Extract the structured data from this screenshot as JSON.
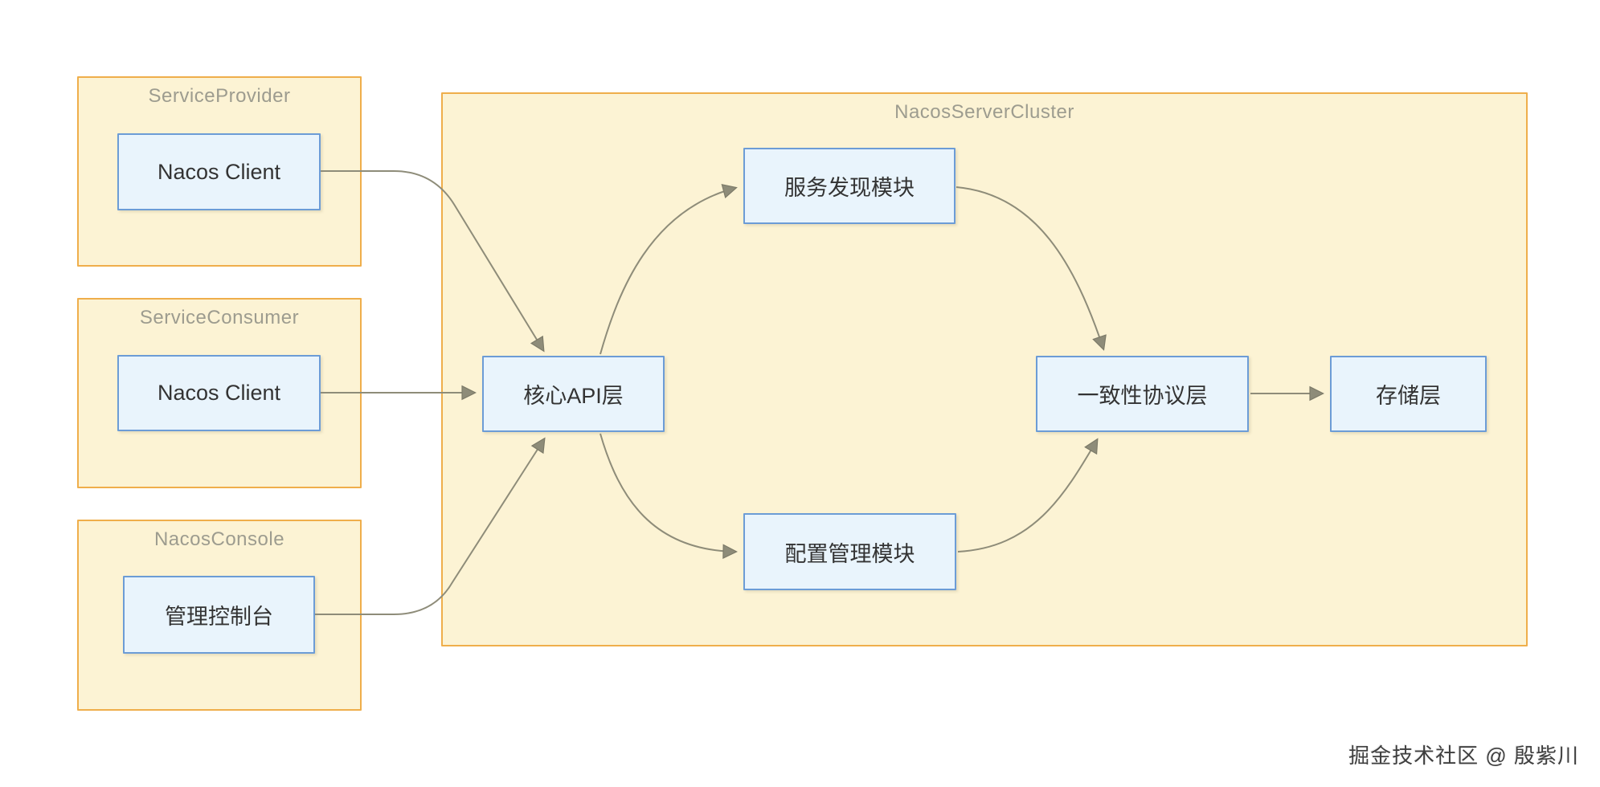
{
  "diagram": {
    "containers": {
      "service_provider": {
        "title": "ServiceProvider",
        "node": "Nacos Client"
      },
      "service_consumer": {
        "title": "ServiceConsumer",
        "node": "Nacos Client"
      },
      "nacos_console": {
        "title": "NacosConsole",
        "node": "管理控制台"
      },
      "nacos_server_cluster": {
        "title": "NacosServerCluster",
        "nodes": {
          "service_discovery": "服务发现模块",
          "core_api": "核心API层",
          "config_management": "配置管理模块",
          "consistency_protocol": "一致性协议层",
          "storage": "存储层"
        }
      }
    },
    "colors": {
      "container_fill": "#FCF3D4",
      "container_border": "#EFAE4B",
      "container_title": "#9D9C8F",
      "node_fill": "#E9F4FC",
      "node_border": "#6C9CD6",
      "node_text": "#333333",
      "edge": "#8E8C79",
      "watermark": "#3F3F3F"
    }
  },
  "watermark": {
    "text": "掘金技术社区 @ 殷紫川"
  }
}
